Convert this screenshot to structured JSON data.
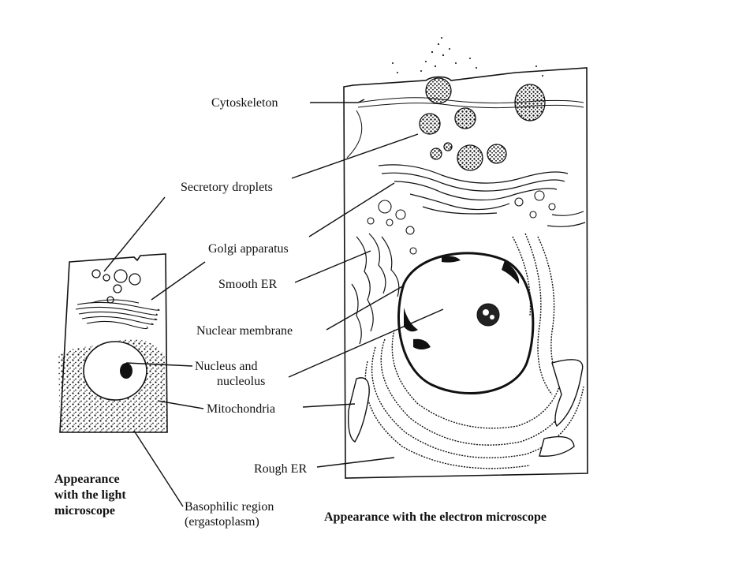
{
  "labels": {
    "cytoskeleton": "Cytoskeleton",
    "secretory_droplets": "Secretory droplets",
    "golgi_apparatus": "Golgi apparatus",
    "smooth_er": "Smooth ER",
    "nuclear_membrane": "Nuclear membrane",
    "nucleus_line1": "Nucleus and",
    "nucleus_line2": "nucleolus",
    "mitochondria": "Mitochondria",
    "rough_er": "Rough ER",
    "basophilic_line1": "Basophilic region",
    "basophilic_line2": "(ergastoplasm)"
  },
  "captions": {
    "light_line1": "Appearance",
    "light_line2": "with the light",
    "light_line3": "microscope",
    "electron": "Appearance with the electron microscope"
  }
}
